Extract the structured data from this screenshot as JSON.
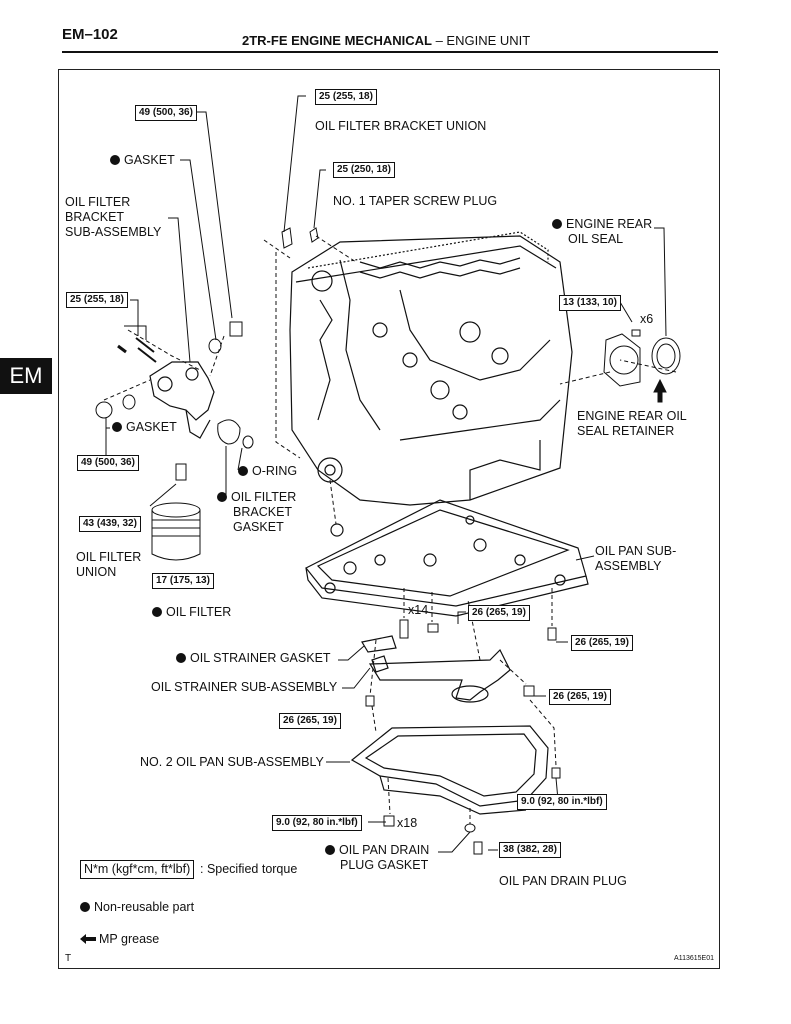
{
  "header": {
    "page_code": "EM–102",
    "title_bold": "2TR-FE ENGINE MECHANICAL",
    "title_rest": " – ENGINE UNIT"
  },
  "side_tab": "EM",
  "torques": {
    "t1": "49 (500, 36)",
    "t2": "25 (255, 18)",
    "t3": "25 (250, 18)",
    "t4": "25 (255, 18)",
    "t5": "13 (133, 10)",
    "t6": "49 (500, 36)",
    "t7": "43 (439, 32)",
    "t8": "17 (175, 13)",
    "t9": "26 (265, 19)",
    "t10": "26 (265, 19)",
    "t11": "26 (265, 19)",
    "t12": "26 (265, 19)",
    "t13": "9.0 (92, 80 in.*lbf)",
    "t14": "9.0 (92, 80 in.*lbf)",
    "t15": "38 (382, 28)"
  },
  "labels": {
    "gasket_top": "GASKET",
    "oil_filter_bracket_union": "OIL FILTER BRACKET UNION",
    "taper_plug": "NO. 1 TAPER SCREW PLUG",
    "bracket_sub_1": "OIL FILTER",
    "bracket_sub_2": "BRACKET",
    "bracket_sub_3": "SUB-ASSEMBLY",
    "rear_seal_1": "ENGINE REAR",
    "rear_seal_2": "OIL SEAL",
    "x6": "x6",
    "rear_retainer_1": "ENGINE REAR OIL",
    "rear_retainer_2": "SEAL RETAINER",
    "gasket_mid": "GASKET",
    "o_ring": "O-RING",
    "bracket_gasket_1": "OIL FILTER",
    "bracket_gasket_2": "BRACKET",
    "bracket_gasket_3": "GASKET",
    "filter_union_1": "OIL FILTER",
    "filter_union_2": "UNION",
    "oil_pan_sub_1": "OIL PAN SUB-",
    "oil_pan_sub_2": "ASSEMBLY",
    "oil_filter": "OIL FILTER",
    "x14": "x14",
    "strainer_gasket": "OIL STRAINER GASKET",
    "strainer_sub": "OIL STRAINER SUB-ASSEMBLY",
    "no2_pan": "NO. 2 OIL PAN SUB-ASSEMBLY",
    "x18": "x18",
    "drain_gasket_1": "OIL PAN DRAIN",
    "drain_gasket_2": "PLUG GASKET",
    "drain_plug": "OIL PAN DRAIN PLUG"
  },
  "legend": {
    "torque_unit": "N*m (kgf*cm, ft*lbf)",
    "torque_text": ": Specified torque",
    "nonreusable": "Non-reusable part",
    "mp_grease": "MP grease"
  },
  "footer": {
    "mark": "T",
    "code": "A113615E01"
  }
}
